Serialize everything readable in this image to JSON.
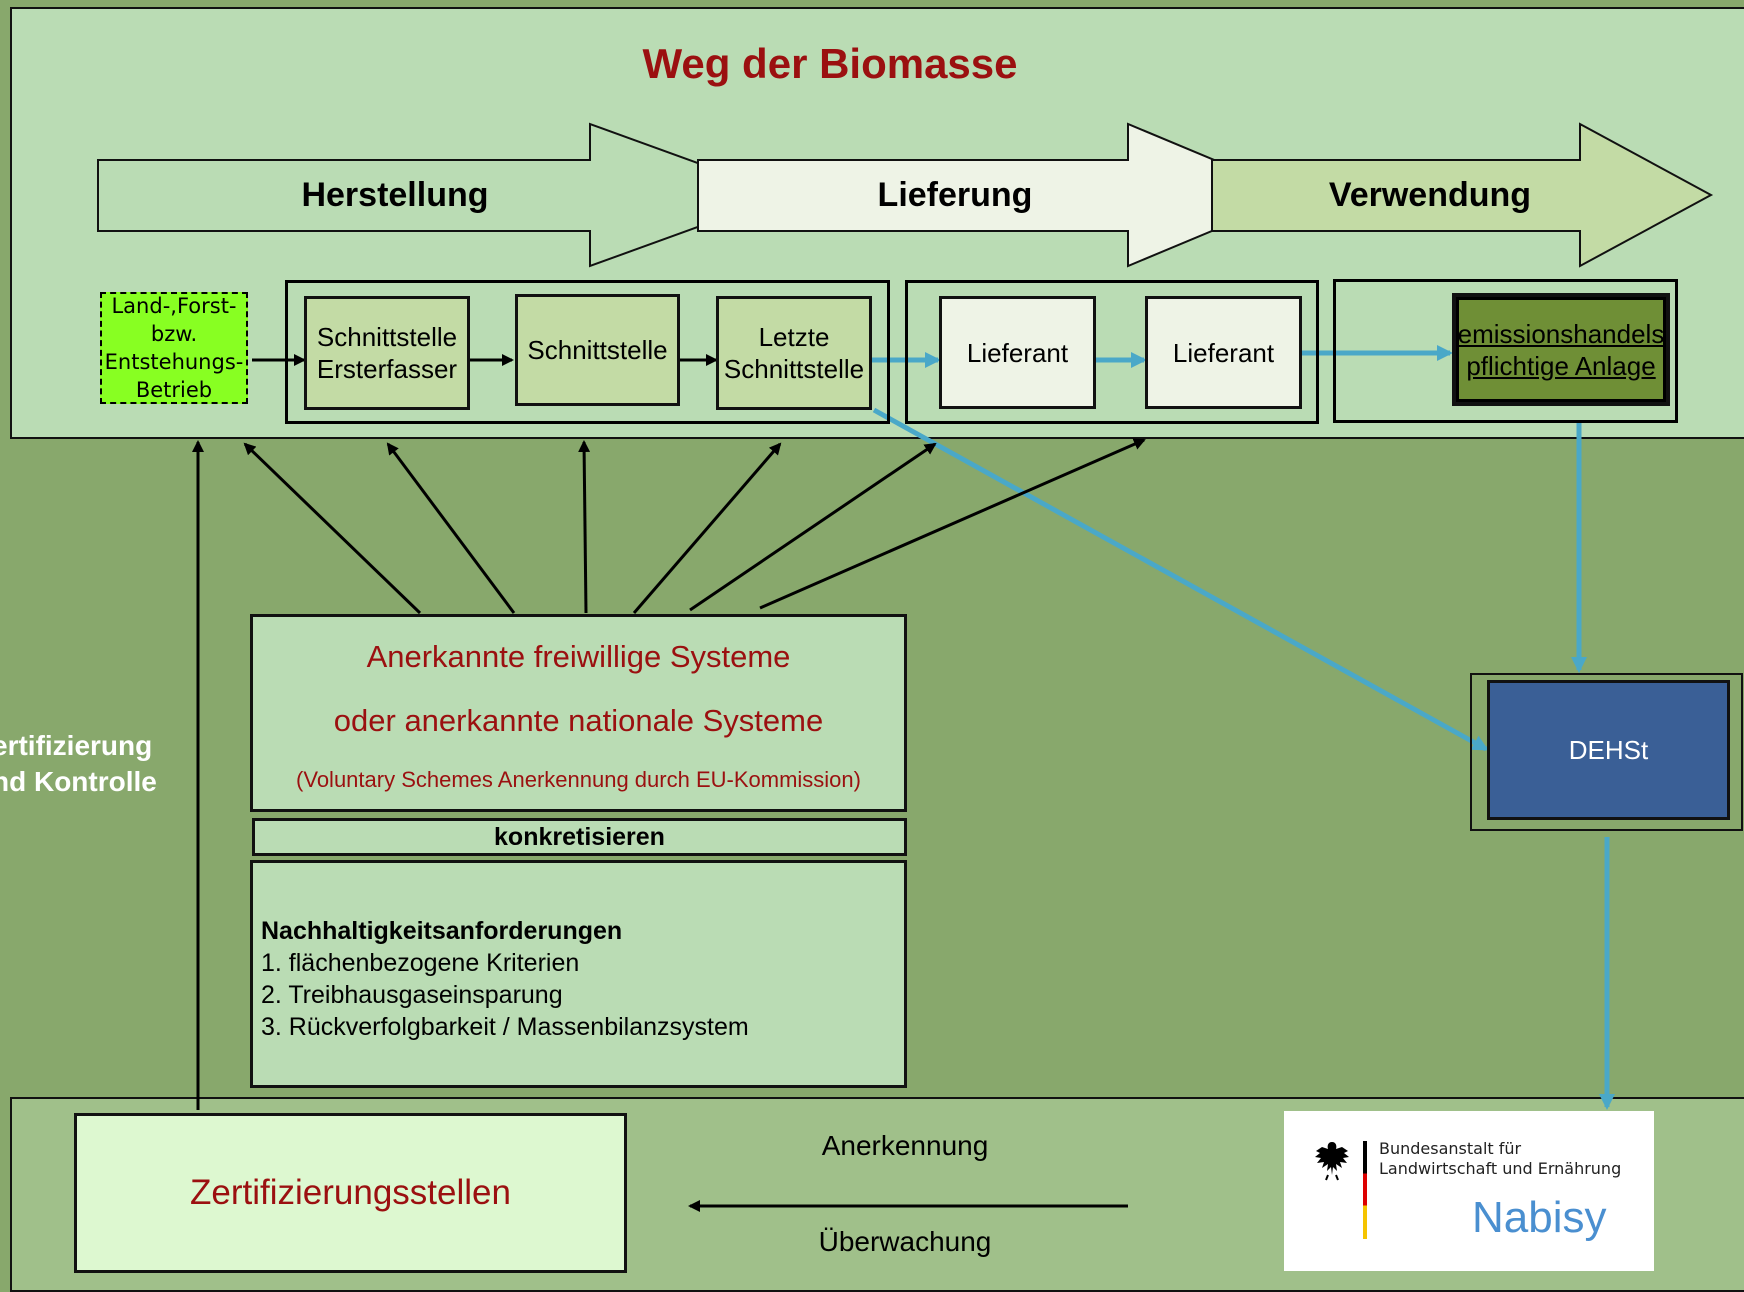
{
  "title": "Weg der Biomasse",
  "stages": {
    "production": "Herstellung",
    "delivery": "Lieferung",
    "use": "Verwendung"
  },
  "chain": {
    "farm": [
      "Land-,Forst-",
      "bzw.",
      "Entstehungs-",
      "Betrieb"
    ],
    "first_collector": [
      "Schnittstelle",
      "Ersterfasser"
    ],
    "interface": "Schnittstelle",
    "last_interface": [
      "Letzte",
      "Schnittstelle"
    ],
    "supplier1": "Lieferant",
    "supplier2": "Lieferant",
    "plant": [
      "emissionshandels",
      "pflichtige Anlage"
    ]
  },
  "side_label": [
    "ertifizierung",
    "nd Kontrolle"
  ],
  "schemes": {
    "line1": "Anerkannte freiwillige Systeme",
    "line2": "oder anerkannte nationale Systeme",
    "line3": "(Voluntary Schemes Anerkennung durch EU-Kommission)"
  },
  "konkretisieren": "konkretisieren",
  "requirements": {
    "heading": "Nachhaltigkeitsanforderungen",
    "items": [
      "1. flächenbezogene Kriterien",
      "2. Treibhausgaseinsparung",
      "3. Rückverfolgbarkeit / Massenbilanzsystem"
    ]
  },
  "dehst": "DEHSt",
  "certifiers": "Zertifizierungsstellen",
  "recognition": "Anerkennung",
  "monitoring": "Überwachung",
  "logo": {
    "institution": [
      "Bundesanstalt für",
      "Landwirtschaft und Ernährung"
    ],
    "name": "Nabisy",
    "icon": "federal-eagle-icon"
  },
  "colors": {
    "title": "#9b1010",
    "top_panel": "#badcb4",
    "background": "#88a86c",
    "flow_arrow": "#4aa8c8",
    "dehst": "#3a5f96",
    "farm": "#88ff22"
  }
}
